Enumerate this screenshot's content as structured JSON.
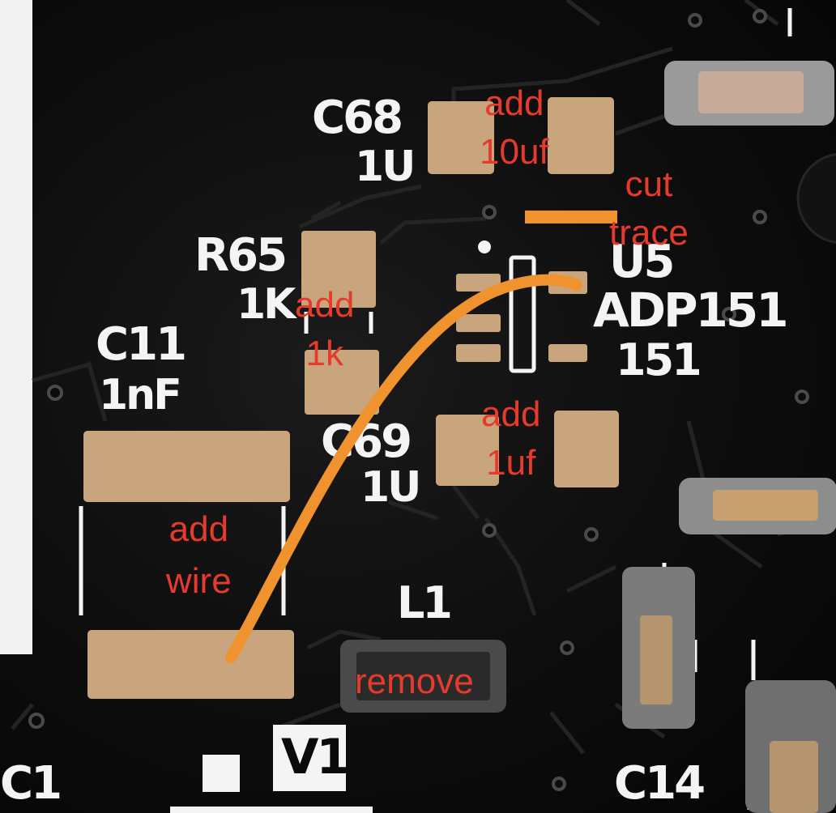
{
  "silkscreen": {
    "c68_ref": "C68",
    "c68_val": "1U",
    "r65_ref": "R65",
    "r65_val": "1K",
    "c11_ref": "C11",
    "c11_val": "1nF",
    "c69_ref": "C69",
    "c69_val": "1U",
    "u5_ref": "U5",
    "u5_part": "ADP151",
    "u5_sub": "151",
    "l1_ref": "L1",
    "v1_ref": "V1",
    "c14_ref": "C14",
    "c1_ref": "C1"
  },
  "annotations": {
    "add_cap_10uf": [
      "add",
      "10uf"
    ],
    "cut_trace": [
      "cut",
      "trace"
    ],
    "add_res_1k": [
      "add",
      "1k"
    ],
    "add_cap_1uf": [
      "add",
      "1uf"
    ],
    "add_wire": [
      "add",
      "wire"
    ],
    "remove": "remove"
  },
  "colors": {
    "board": "#0a0a0a",
    "silkscreen": "#f4f4f4",
    "pad_gold": "#c9a57e",
    "annotation_text": "#e63a2c",
    "annotation_mark": "#f0922e"
  }
}
